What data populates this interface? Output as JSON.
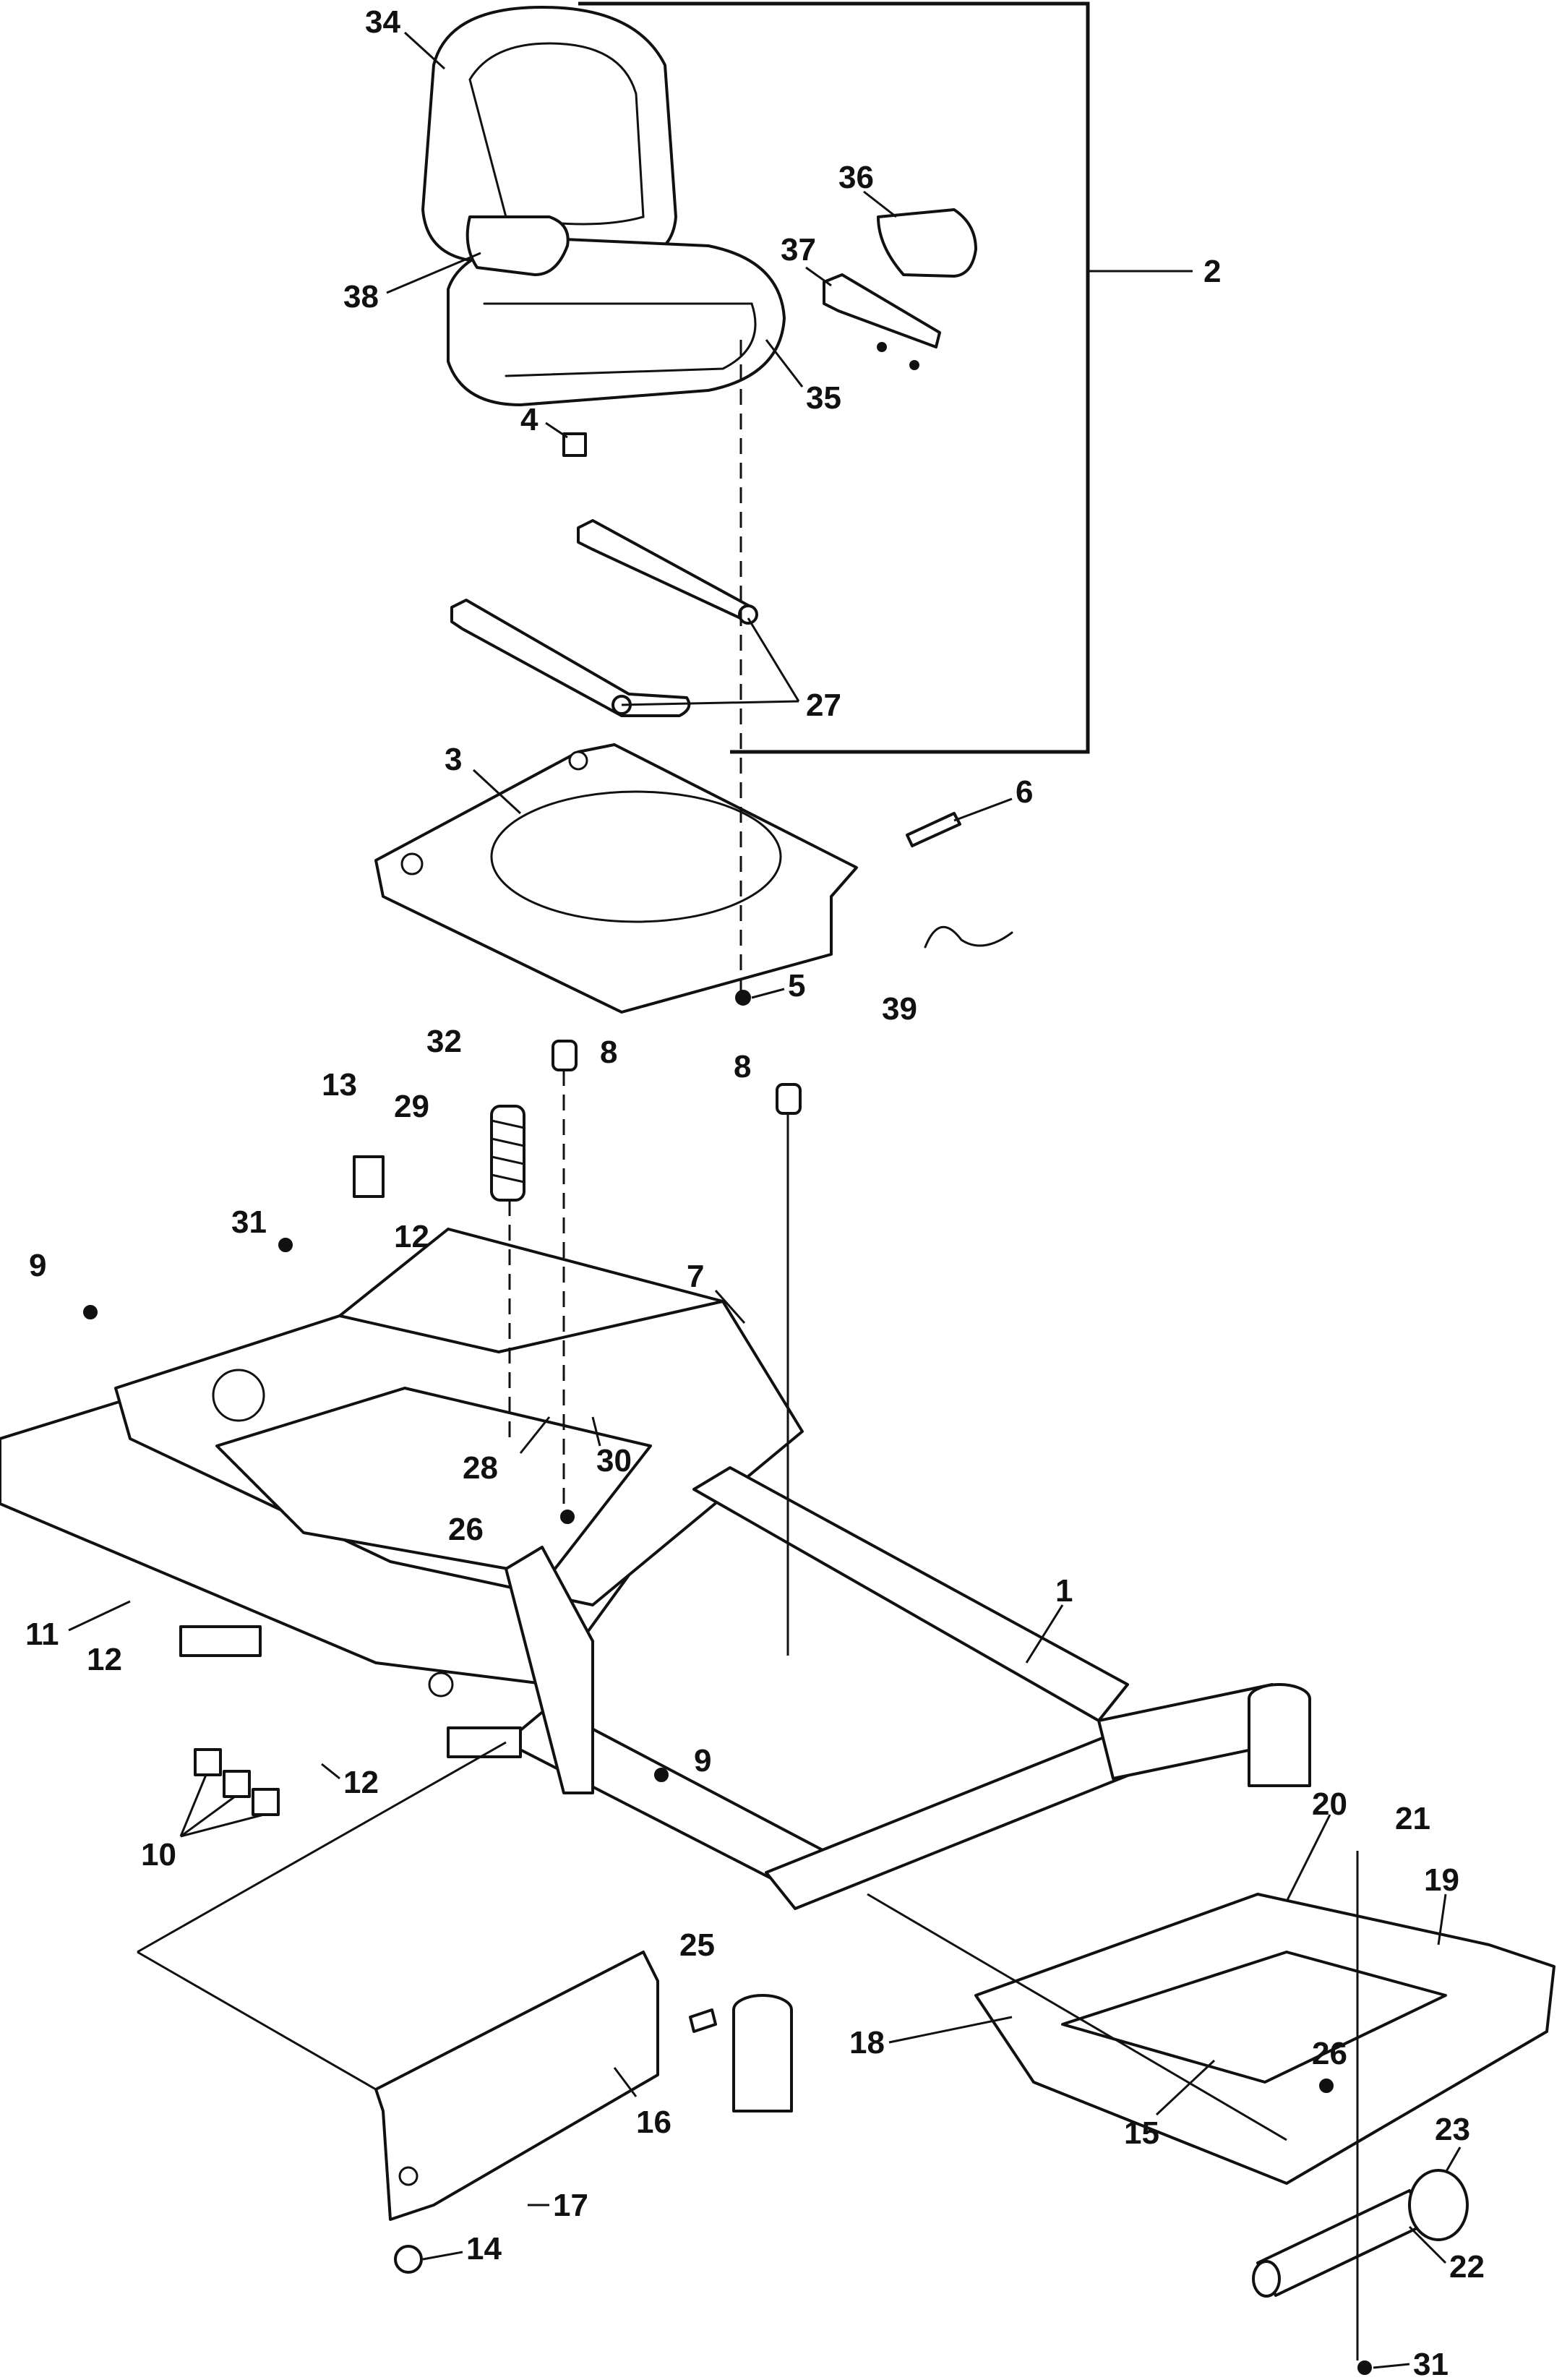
{
  "callouts": [
    "34",
    "36",
    "37",
    "2",
    "38",
    "35",
    "4",
    "27",
    "3",
    "6",
    "5",
    "39",
    "32",
    "8",
    "8",
    "13",
    "29",
    "31",
    "12",
    "9",
    "7",
    "28",
    "30",
    "26",
    "11",
    "12",
    "1",
    "12",
    "9",
    "10",
    "20",
    "21",
    "19",
    "25",
    "18",
    "26",
    "23",
    "15",
    "16",
    "17",
    "14",
    "22",
    "31"
  ],
  "colors": {
    "ink": "#111111",
    "paper": "#ffffff"
  }
}
